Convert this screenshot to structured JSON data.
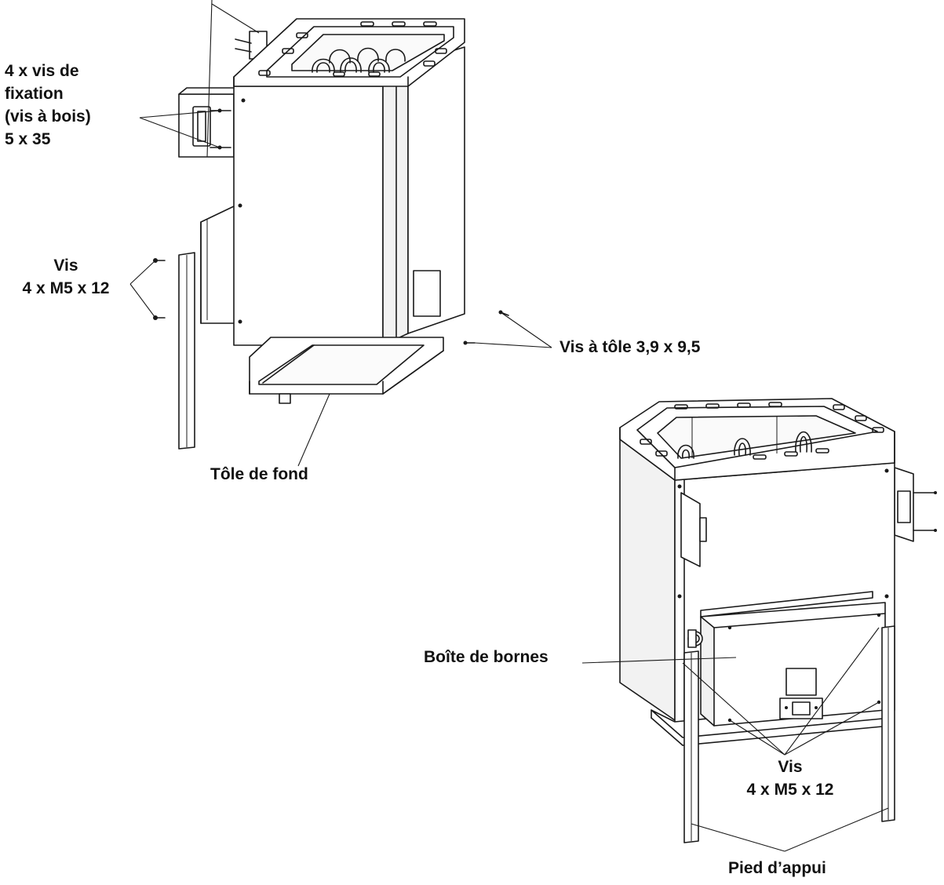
{
  "labels": {
    "mounting_screws": [
      "4 x vis de",
      "fixation",
      "(vis à bois)",
      "5 x 35"
    ],
    "screws_left": [
      "Vis",
      "4 x M5 x 12"
    ],
    "sheet_screws": "Vis à tôle 3,9 x 9,5",
    "bottom_plate": "Tôle de fond",
    "terminal_box": "Boîte de bornes",
    "screws_right": [
      "Vis",
      "4 x M5 x 12"
    ],
    "support_leg": "Pied d’appui"
  }
}
